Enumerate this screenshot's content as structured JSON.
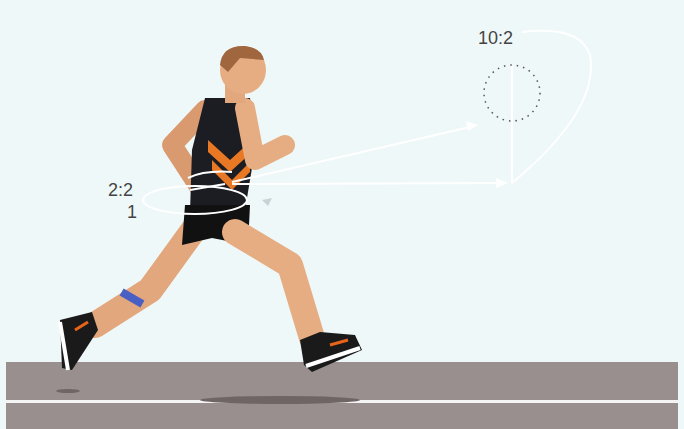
{
  "diagram": {
    "labels": [
      "10:2",
      "2:2",
      "1"
    ]
  }
}
